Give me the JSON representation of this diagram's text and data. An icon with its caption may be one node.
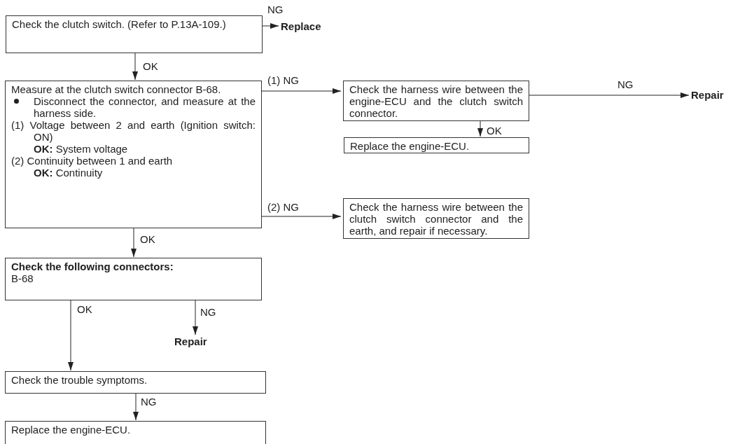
{
  "diagram": {
    "nodes": [
      {
        "text": [
          "Check the clutch switch. (Refer to P.13A-109.)"
        ]
      },
      {
        "text": [
          "Replace"
        ]
      },
      {
        "text": [
          "Measure at the clutch switch connector B-68.",
          "Disconnect the connector, and measure at the harness side.",
          "(1) Voltage between 2 and earth (Ignition switch: ON)",
          "**OK:** System voltage",
          "(2) Continuity between 1 and earth",
          "**OK:** Continuity"
        ]
      },
      {
        "text": [
          "Check the harness wire between the engine-ECU and the clutch switch connector."
        ]
      },
      {
        "text": [
          "Repair"
        ]
      },
      {
        "text": [
          "Replace the engine-ECU."
        ]
      },
      {
        "text": [
          "Check the harness wire between the clutch switch connector and the earth, and repair if necessary."
        ]
      },
      {
        "text": [
          "Check the following connectors:",
          "B-68"
        ]
      },
      {
        "text": [
          "Repair"
        ]
      },
      {
        "text": [
          "Check the trouble symptoms."
        ]
      },
      {
        "text": [
          "Replace the engine-ECU."
        ]
      }
    ],
    "edges": [
      {
        "from": 0,
        "to": 1,
        "arrow": "to",
        "label": "NG"
      },
      {
        "from": 0,
        "to": 2,
        "arrow": "to",
        "label": "OK"
      },
      {
        "from": 2,
        "to": 3,
        "arrow": "to",
        "label": "(1) NG"
      },
      {
        "from": 3,
        "to": 4,
        "arrow": "to",
        "label": "NG"
      },
      {
        "from": 3,
        "to": 5,
        "arrow": "to",
        "label": "OK"
      },
      {
        "from": 2,
        "to": 6,
        "arrow": "to",
        "label": "(2) NG"
      },
      {
        "from": 2,
        "to": 7,
        "arrow": "to",
        "label": "OK"
      },
      {
        "from": 7,
        "to": 9,
        "arrow": "to",
        "label": "OK"
      },
      {
        "from": 7,
        "to": 8,
        "arrow": "to",
        "label": "NG"
      },
      {
        "from": 9,
        "to": 10,
        "arrow": "to",
        "label": "NG"
      }
    ]
  }
}
